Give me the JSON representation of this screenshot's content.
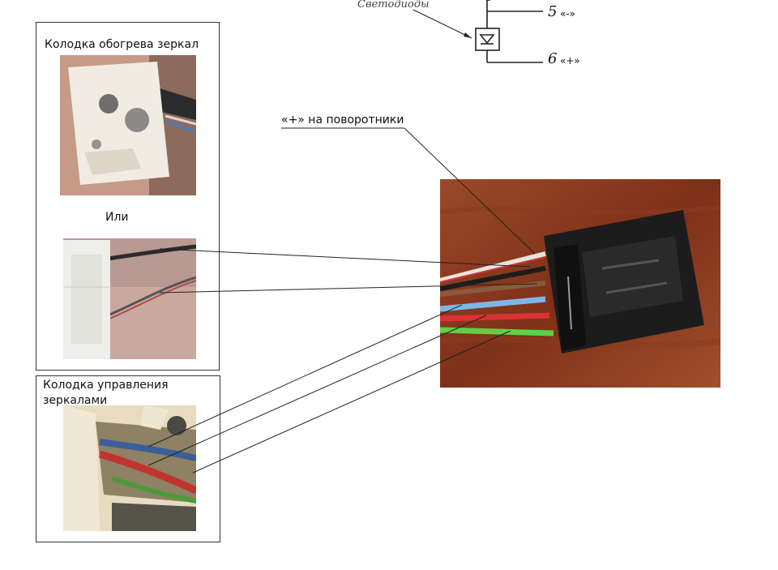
{
  "schematic": {
    "label_leds": "Светодиоды",
    "pin_5_number": "5",
    "pin_5_sign": "«-»",
    "pin_6_number": "6",
    "pin_6_sign": "«+»"
  },
  "panel_heating": {
    "title": "Колодка обогрева зеркал",
    "or_label": "Или"
  },
  "panel_control": {
    "title_line1": "Колодка управления",
    "title_line2": "зеркалами"
  },
  "connector": {
    "turn_signal_label": "«+» на поворотники"
  }
}
